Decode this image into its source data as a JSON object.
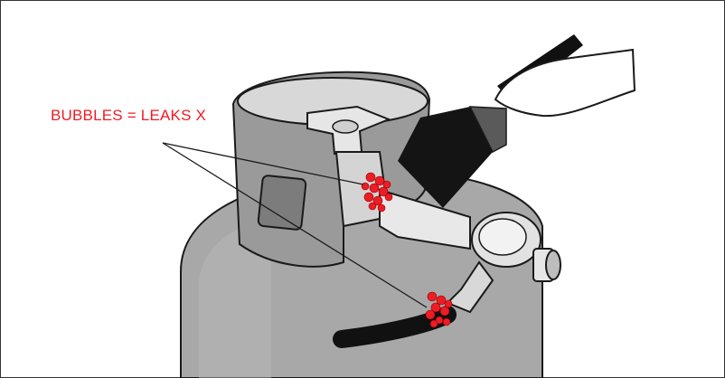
{
  "annotation": {
    "label": "BUBBLES = LEAKS X",
    "color": "#ee1c25"
  },
  "illustration": {
    "objects": [
      "gas-cylinder",
      "valve-handwheel",
      "regulator",
      "hose",
      "paint-brush",
      "hand"
    ],
    "leak_points": 2,
    "colors": {
      "cylinder_body": "#a8a8a8",
      "collar": "#9a9a9a",
      "outline": "#1a1a1a",
      "bubbles": "#ee1c25",
      "brush": "#111111"
    }
  }
}
